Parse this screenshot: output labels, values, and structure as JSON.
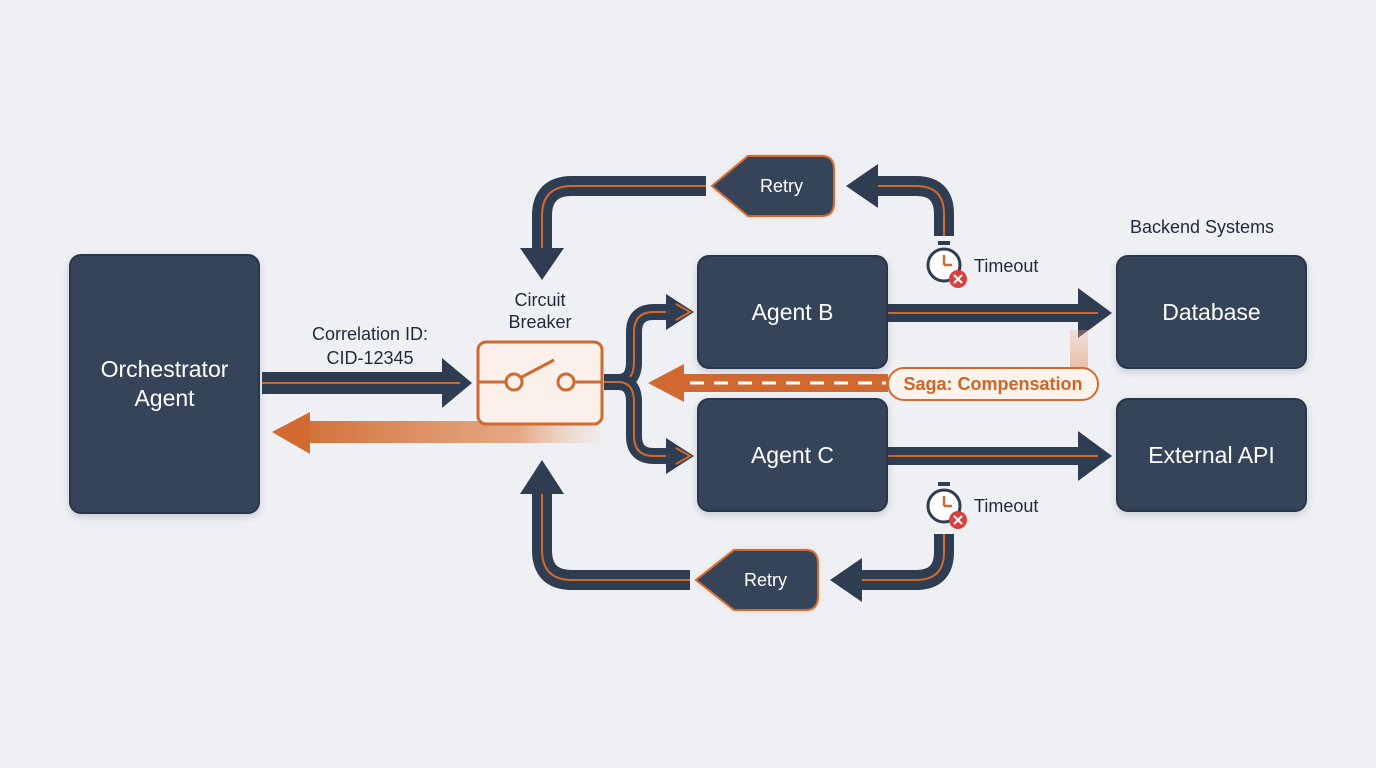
{
  "colors": {
    "node_fill": "#354459",
    "arrow_dark": "#2f3d52",
    "accent_orange": "#d06a30",
    "alert_red": "#d94040",
    "background": "#eef0f4"
  },
  "nodes": {
    "orchestrator": "Orchestrator\nAgent",
    "agent_b": "Agent B",
    "agent_c": "Agent C",
    "database": "Database",
    "external_api": "External API"
  },
  "labels": {
    "backend_systems": "Backend Systems",
    "correlation_id": "Correlation ID:\nCID-12345",
    "circuit_breaker": "Circuit\nBreaker",
    "retry_top": "Retry",
    "retry_bottom": "Retry",
    "timeout_top": "Timeout",
    "timeout_bottom": "Timeout",
    "saga": "Saga: Compensation"
  },
  "icons": {
    "circuit_breaker": "circuit-breaker-switch-icon",
    "timeout": "stopwatch-with-x-icon"
  }
}
